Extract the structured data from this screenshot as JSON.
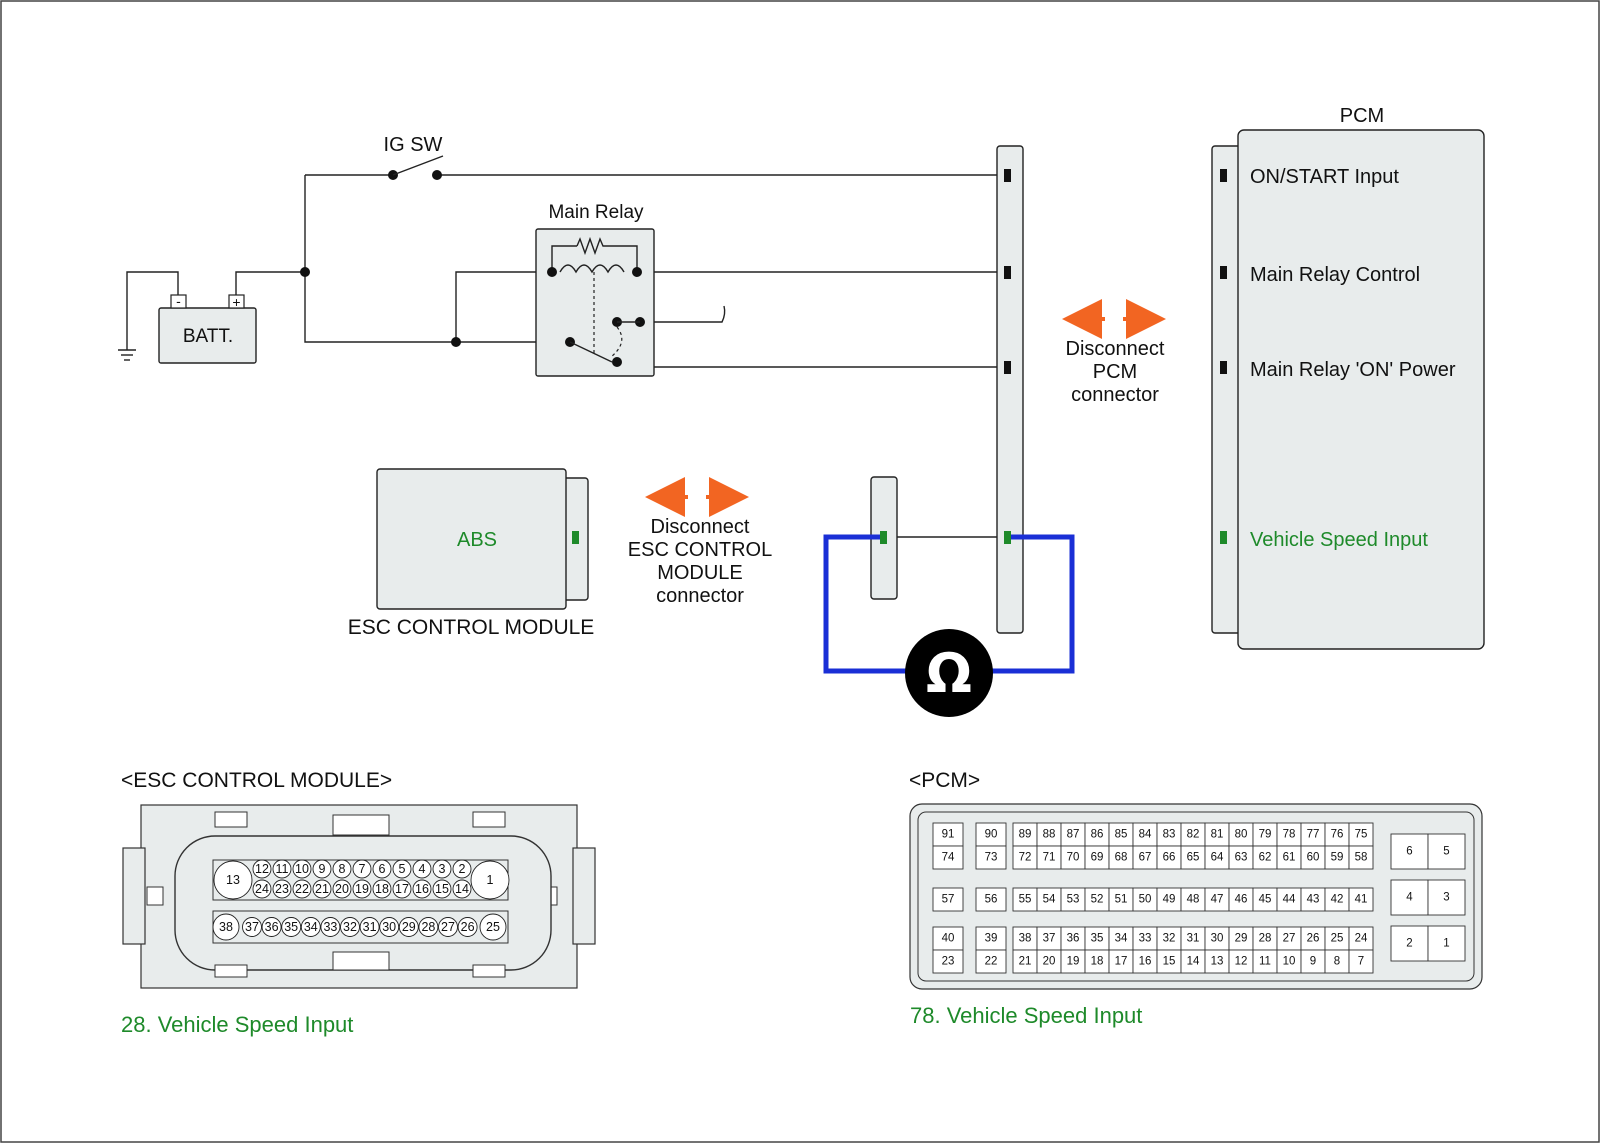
{
  "battery": {
    "label": "BATT.",
    "neg": "-",
    "pos": "+"
  },
  "ig_switch": {
    "label": "IG SW"
  },
  "main_relay": {
    "label": "Main Relay"
  },
  "pcm": {
    "title": "PCM",
    "inputs": [
      {
        "label": "ON/START Input",
        "color": "#111111"
      },
      {
        "label": "Main Relay Control",
        "color": "#111111"
      },
      {
        "label": "Main Relay 'ON' Power",
        "color": "#111111"
      },
      {
        "label": "Vehicle Speed Input",
        "color": "#1e8a2a"
      }
    ]
  },
  "disconnect_pcm": [
    "Disconnect",
    "PCM",
    "connector"
  ],
  "disconnect_esc": [
    "Disconnect",
    "ESC CONTROL",
    "MODULE",
    "connector"
  ],
  "esc_module": {
    "inner": "ABS",
    "caption": "ESC CONTROL MODULE"
  },
  "ohmmeter": {
    "symbol": "Ω"
  },
  "esc_connector": {
    "title": "<ESC CONTROL MODULE>",
    "big_left": "13",
    "big_right": "1",
    "row1": [
      "12",
      "11",
      "10",
      "9",
      "8",
      "7",
      "6",
      "5",
      "4",
      "3",
      "2"
    ],
    "row2": [
      "24",
      "23",
      "22",
      "21",
      "20",
      "19",
      "18",
      "17",
      "16",
      "15",
      "14"
    ],
    "row3_left": "38",
    "row3_right": "25",
    "row3": [
      "37",
      "36",
      "35",
      "34",
      "33",
      "32",
      "31",
      "30",
      "29",
      "28",
      "27",
      "26"
    ],
    "highlight": "28",
    "caption": "28. Vehicle Speed Input"
  },
  "pcm_connector": {
    "title": "<PCM>",
    "g1_top": [
      "91",
      "90"
    ],
    "g1_bot": [
      "74",
      "73"
    ],
    "row1": [
      "89",
      "88",
      "87",
      "86",
      "85",
      "84",
      "83",
      "82",
      "81",
      "80",
      "79",
      "78",
      "77",
      "76",
      "75"
    ],
    "row2": [
      "72",
      "71",
      "70",
      "69",
      "68",
      "67",
      "66",
      "65",
      "64",
      "63",
      "62",
      "61",
      "60",
      "59",
      "58"
    ],
    "mid_single": [
      "57",
      "56"
    ],
    "row3": [
      "55",
      "54",
      "53",
      "52",
      "51",
      "50",
      "49",
      "48",
      "47",
      "46",
      "45",
      "44",
      "43",
      "42",
      "41"
    ],
    "g3_top": [
      "40",
      "39"
    ],
    "g3_bot": [
      "23",
      "22"
    ],
    "row4": [
      "38",
      "37",
      "36",
      "35",
      "34",
      "33",
      "32",
      "31",
      "30",
      "29",
      "28",
      "27",
      "26",
      "25",
      "24"
    ],
    "row5": [
      "21",
      "20",
      "19",
      "18",
      "17",
      "16",
      "15",
      "14",
      "13",
      "12",
      "11",
      "10",
      "9",
      "8",
      "7"
    ],
    "right_pairs": [
      [
        "6",
        "5"
      ],
      [
        "4",
        "3"
      ],
      [
        "2",
        "1"
      ]
    ],
    "highlight": "78",
    "caption": "78. Vehicle Speed Input"
  },
  "colors": {
    "accent_green": "#1e8a2a",
    "arrow_orange": "#f26522",
    "probe_blue": "#1a2fd6",
    "highlight_pin": "#bfe0ea"
  }
}
